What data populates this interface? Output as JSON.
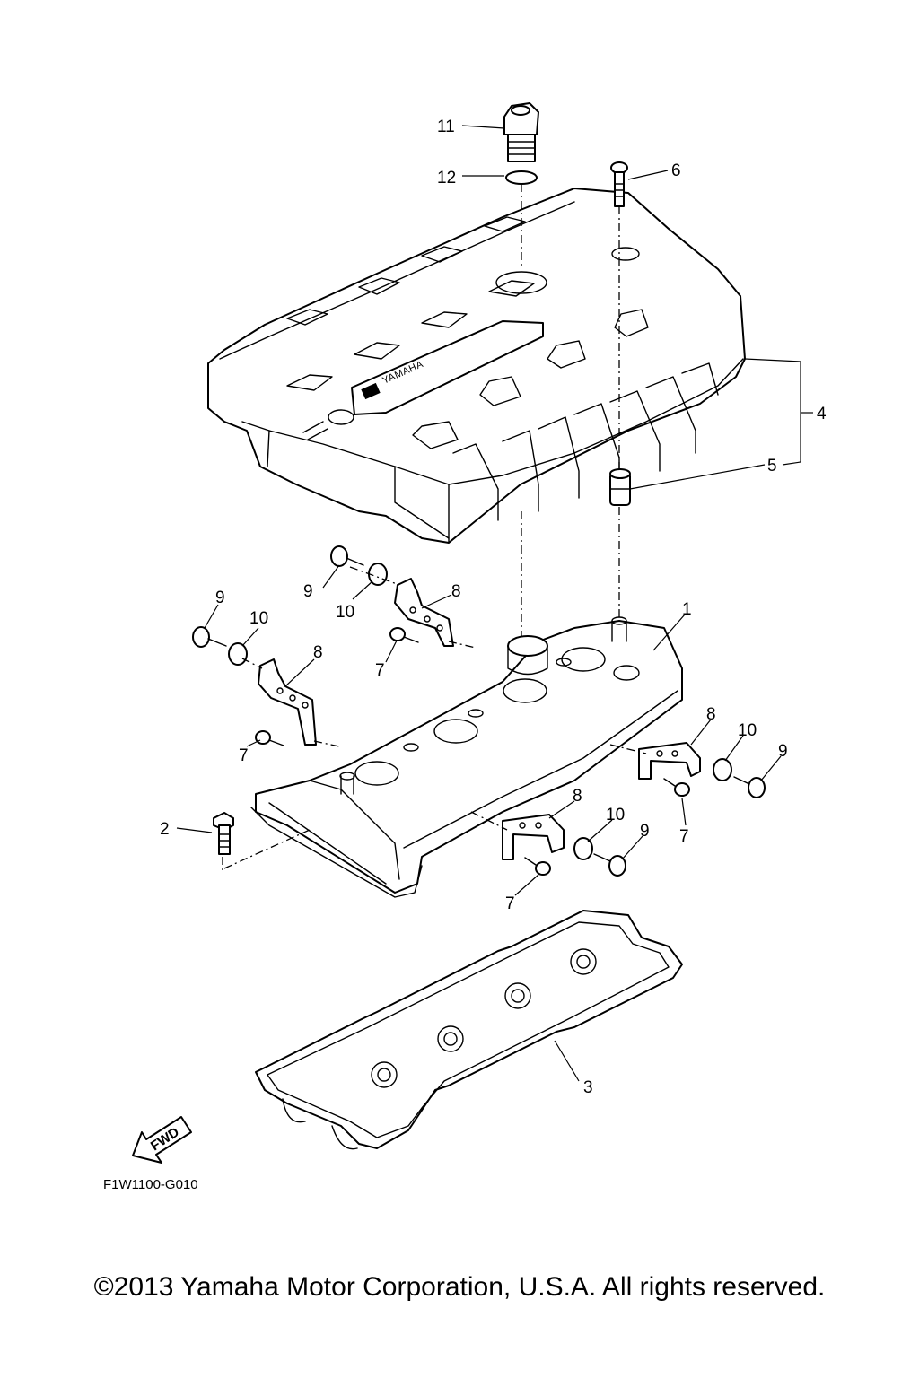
{
  "diagram": {
    "brand_label": "YAMAHA",
    "fwd_label": "FWD",
    "drawing_code": "F1W1100-G010"
  },
  "callouts": [
    {
      "id": "1",
      "text": "1"
    },
    {
      "id": "2",
      "text": "2"
    },
    {
      "id": "3",
      "text": "3"
    },
    {
      "id": "4",
      "text": "4"
    },
    {
      "id": "5",
      "text": "5"
    },
    {
      "id": "6",
      "text": "6"
    },
    {
      "id": "7",
      "text": "7"
    },
    {
      "id": "8",
      "text": "8"
    },
    {
      "id": "9",
      "text": "9"
    },
    {
      "id": "10",
      "text": "10"
    },
    {
      "id": "11",
      "text": "11"
    },
    {
      "id": "12",
      "text": "12"
    }
  ],
  "copyright": "©2013 Yamaha Motor Corporation, U.S.A. All rights reserved."
}
